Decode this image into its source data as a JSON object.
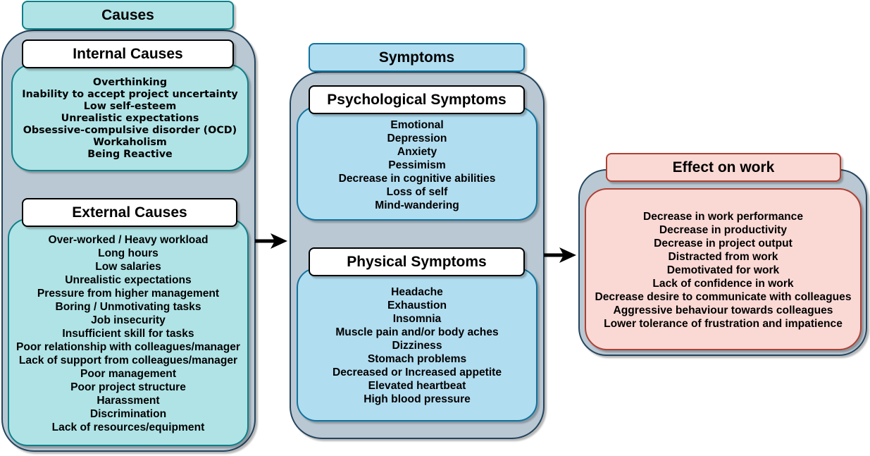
{
  "causes": {
    "title": "Causes",
    "internal": {
      "title": "Internal Causes",
      "items": [
        "Overthinking",
        "Inability to accept project uncertainty",
        "Low self-esteem",
        "Unrealistic expectations",
        "Obsessive-compulsive disorder (OCD)",
        "Workaholism",
        "Being Reactive"
      ]
    },
    "external": {
      "title": "External Causes",
      "items": [
        "Over-worked / Heavy workload",
        "Long hours",
        "Low salaries",
        "Unrealistic expectations",
        "Pressure from higher management",
        "Boring / Unmotivating tasks",
        "Job insecurity",
        "Insufficient skill for tasks",
        "Poor relationship with colleagues/manager",
        "Lack of support from colleagues/manager",
        "Poor management",
        "Poor project structure",
        "Harassment",
        "Discrimination",
        "Lack of resources/equipment"
      ]
    }
  },
  "symptoms": {
    "title": "Symptoms",
    "psychological": {
      "title": "Psychological Symptoms",
      "items": [
        "Emotional",
        "Depression",
        "Anxiety",
        "Pessimism",
        "Decrease in cognitive abilities",
        "Loss of self",
        "Mind-wandering"
      ]
    },
    "physical": {
      "title": "Physical Symptoms",
      "items": [
        "Headache",
        "Exhaustion",
        "Insomnia",
        "Muscle pain and/or body aches",
        "Dizziness",
        "Stomach problems",
        "Decreased or Increased appetite",
        "Elevated heartbeat",
        "High blood pressure"
      ]
    }
  },
  "effect": {
    "title": "Effect on work",
    "items": [
      "Decrease in work performance",
      "Decrease in productivity",
      "Decrease in project output",
      "Distracted from work",
      "Demotivated for work",
      "Lack of confidence in work",
      "Decrease desire to communicate with colleagues",
      "Aggressive behaviour towards colleagues",
      "Lower tolerance of frustration and impatience"
    ]
  },
  "connectors": [
    {
      "from": "causes",
      "to": "symptoms",
      "icon": "arrow-right-icon"
    },
    {
      "from": "symptoms",
      "to": "effect",
      "icon": "arrow-right-icon"
    }
  ]
}
